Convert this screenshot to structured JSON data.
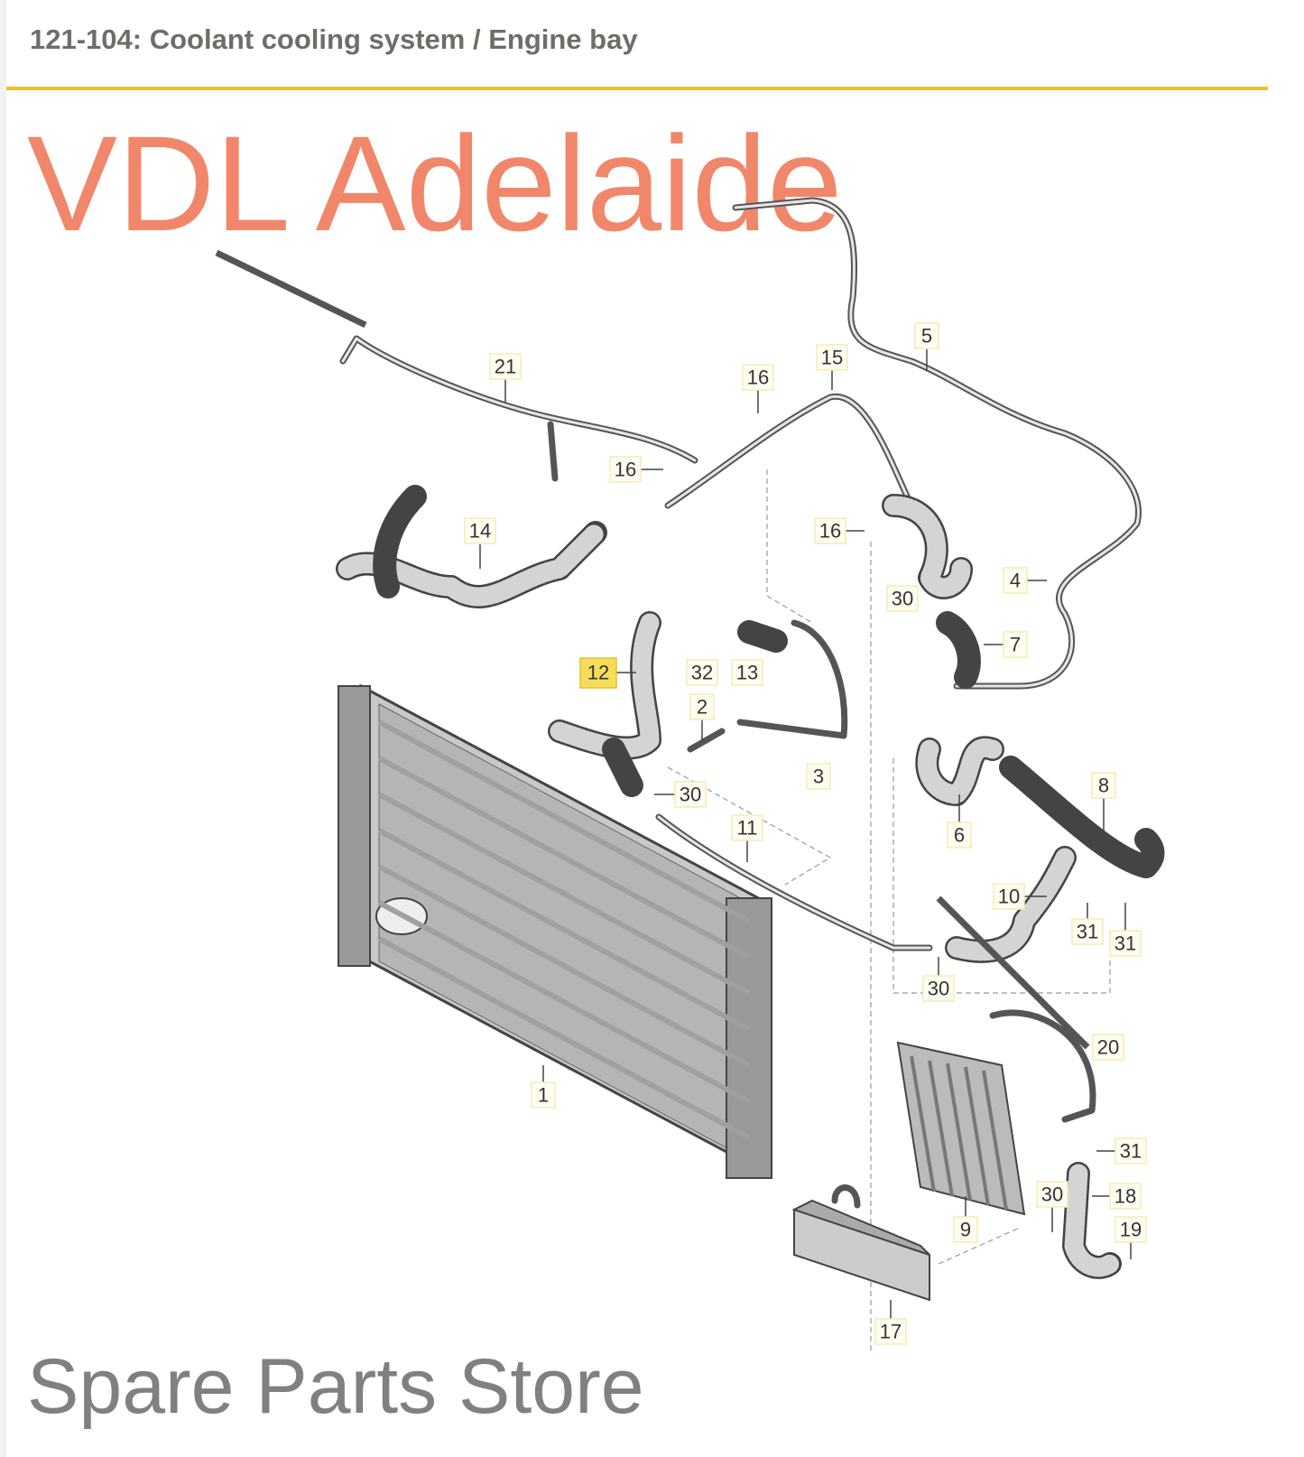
{
  "header": {
    "title": "121-104: Coolant cooling system / Engine bay"
  },
  "diagram": {
    "highlight_color": "#f7dc5c",
    "callouts": [
      "21",
      "16",
      "15",
      "5",
      "16",
      "14",
      "16",
      "4",
      "30",
      "7",
      "12",
      "32",
      "13",
      "2",
      "30",
      "3",
      "6",
      "8",
      "11",
      "10",
      "31",
      "31",
      "30",
      "20",
      "1",
      "31",
      "30",
      "18",
      "19",
      "9",
      "17"
    ],
    "highlighted": "12"
  },
  "watermark": {
    "brand": "VDL Adelaide",
    "subtitle": "Spare Parts Store"
  }
}
